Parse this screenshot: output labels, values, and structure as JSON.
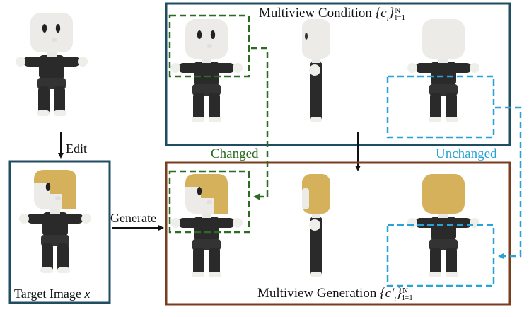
{
  "labels": {
    "multiview_condition": "Multiview Condition",
    "multiview_condition_math": "{c",
    "multiview_condition_sub": "i",
    "multiview_condition_close": "}",
    "multiview_condition_lower": "i=1",
    "multiview_condition_upper": "N",
    "multiview_generation": "Multiview Generation",
    "multiview_generation_math": "{c′",
    "multiview_generation_sub": "i",
    "multiview_generation_close": "}",
    "multiview_generation_lower": "i=1",
    "multiview_generation_upper": "N",
    "target_image": "Target Image",
    "target_image_math": "x",
    "edit": "Edit",
    "generate": "Generate",
    "changed": "Changed",
    "unchanged": "Unchanged"
  },
  "colors": {
    "condition_box": "#1f4e63",
    "generation_box": "#7a3e1f",
    "target_box": "#1f4e63",
    "changed": "#2e6b22",
    "unchanged": "#29a3d6",
    "head_white": "#ecebe7",
    "head_gold": "#d4b15a",
    "body_black": "#2a2a2a"
  }
}
